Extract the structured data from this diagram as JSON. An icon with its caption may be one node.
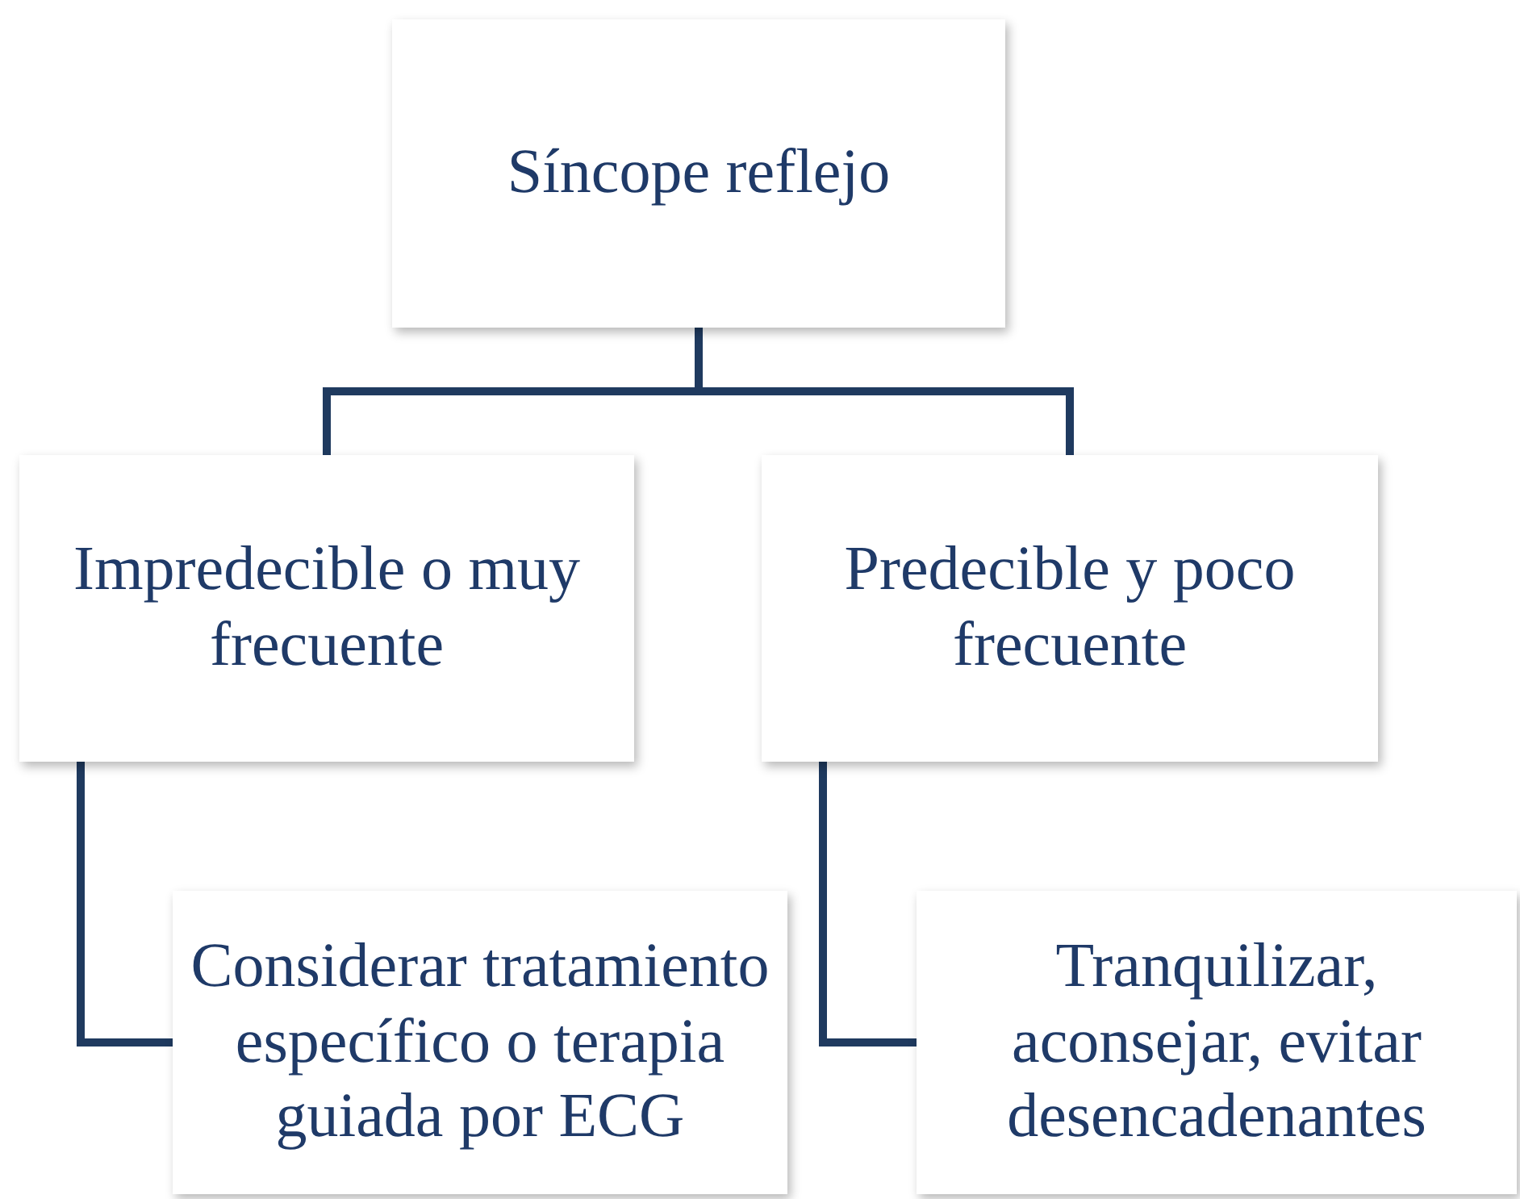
{
  "diagram": {
    "nodes": [
      {
        "text": [
          "Síncope reflejo"
        ]
      },
      {
        "text": [
          "Impredecible o muy frecuente"
        ]
      },
      {
        "text": [
          "Predecible y poco frecuente"
        ]
      },
      {
        "text": [
          "Considerar tratamiento específico o terapia guiada por ECG"
        ]
      },
      {
        "text": [
          "Tranquilizar, aconsejar, evitar desencadenantes"
        ]
      }
    ],
    "edges": [
      {
        "from": 0,
        "to": 1,
        "arrow": "none"
      },
      {
        "from": 0,
        "to": 2,
        "arrow": "none"
      },
      {
        "from": 1,
        "to": 3,
        "arrow": "none"
      },
      {
        "from": 2,
        "to": 4,
        "arrow": "none"
      }
    ]
  }
}
